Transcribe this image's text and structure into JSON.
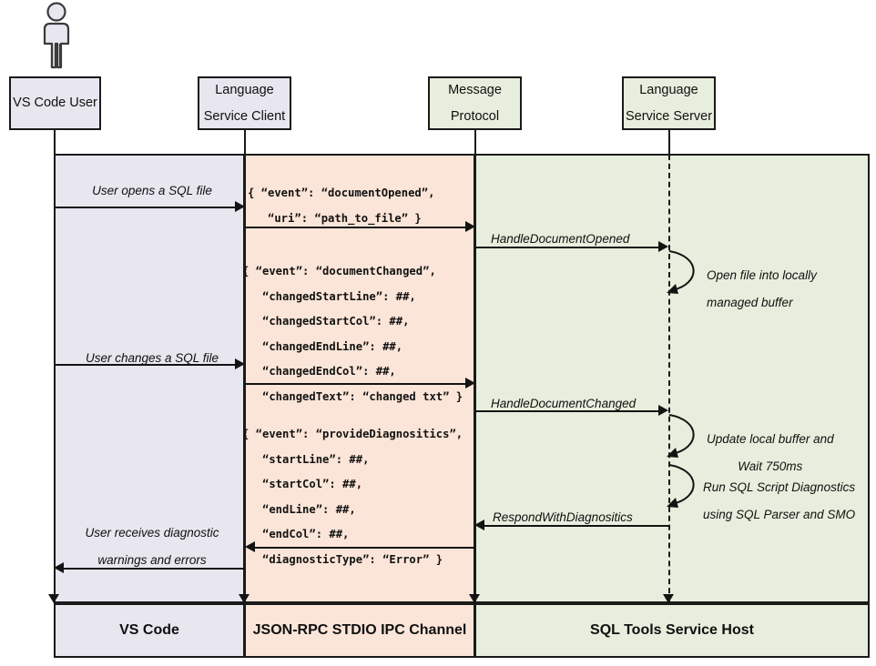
{
  "diagram": {
    "title": "VS Code SQL Tools Service language service sequence",
    "colors": {
      "vscode_band": "#e8e6ef",
      "ipc_band": "#fbe5d8",
      "host_band": "#e8eedd",
      "line": "#131313"
    }
  },
  "actor": {
    "name": "VS Code User",
    "icon": "person-actor-icon"
  },
  "participants": [
    {
      "id": "user",
      "line1": "VS Code User",
      "line2": ""
    },
    {
      "id": "client",
      "line1": "Language",
      "line2": "Service Client"
    },
    {
      "id": "proto",
      "line1": "Message",
      "line2": "Protocol"
    },
    {
      "id": "server",
      "line1": "Language",
      "line2": "Service Server"
    }
  ],
  "messages": {
    "user_opens": "User opens a SQL file",
    "user_changes": "User changes a SQL file",
    "user_receives_line1": "User receives diagnostic",
    "user_receives_line2": "warnings and errors",
    "handle_document_opened": "HandleDocumentOpened",
    "handle_document_changed": "HandleDocumentChanged",
    "respond_with_diagnostics": "RespondWithDiagnositics"
  },
  "payloads": {
    "document_opened": "{ “event”: “documentOpened”,\n   “uri”: “path_to_file” }",
    "document_changed": "{ “event”: “documentChanged”,\n   “changedStartLine”: ##,\n   “changedStartCol”: ##,\n   “changedEndLine”: ##,\n   “changedEndCol”: ##,\n   “changedText”: “changed txt” }",
    "provide_diagnostics": "{ “event”: “provideDiagnositics”,\n   “startLine”: ##,\n   “startCol”: ##,\n   “endLine”: ##,\n   “endCol”: ##,\n   “diagnosticType”: “Error” }"
  },
  "notes": {
    "open_file_line1": "Open file into locally",
    "open_file_line2": "managed buffer",
    "update_buffer_line1": "Update local buffer and",
    "update_buffer_line2": "Wait 750ms",
    "run_diagnostics_line1": "Run SQL Script Diagnostics",
    "run_diagnostics_line2": "using SQL Parser and SMO"
  },
  "footer": {
    "vscode": "VS Code",
    "ipc": "JSON-RPC STDIO IPC Channel",
    "host": "SQL Tools Service Host"
  }
}
